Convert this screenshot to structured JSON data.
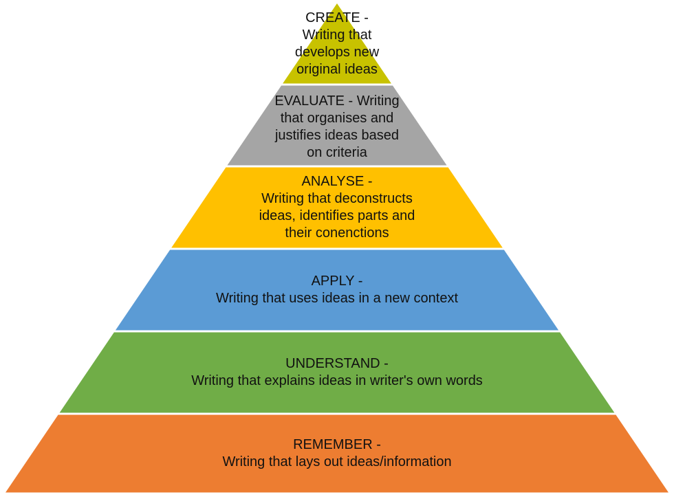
{
  "levels": [
    {
      "title": "CREATE -",
      "lines": [
        "Writing that",
        "develops new",
        "original ideas"
      ],
      "color": "#c8c200"
    },
    {
      "title": "EVALUATE - Writing",
      "lines": [
        "that organises and",
        "justifies ideas based",
        "on criteria"
      ],
      "color": "#a5a5a5"
    },
    {
      "title": "ANALYSE -",
      "lines": [
        "Writing that deconstructs",
        "ideas, identifies parts and",
        "their conenctions"
      ],
      "color": "#ffc000"
    },
    {
      "title": "APPLY -",
      "lines": [
        "Writing that uses ideas in a new context"
      ],
      "color": "#5b9bd5"
    },
    {
      "title": "UNDERSTAND -",
      "lines": [
        "Writing that explains ideas in writer's own words"
      ],
      "color": "#70ad47"
    },
    {
      "title": "REMEMBER -",
      "lines": [
        "Writing that lays out ideas/information"
      ],
      "color": "#ed7d31"
    }
  ]
}
